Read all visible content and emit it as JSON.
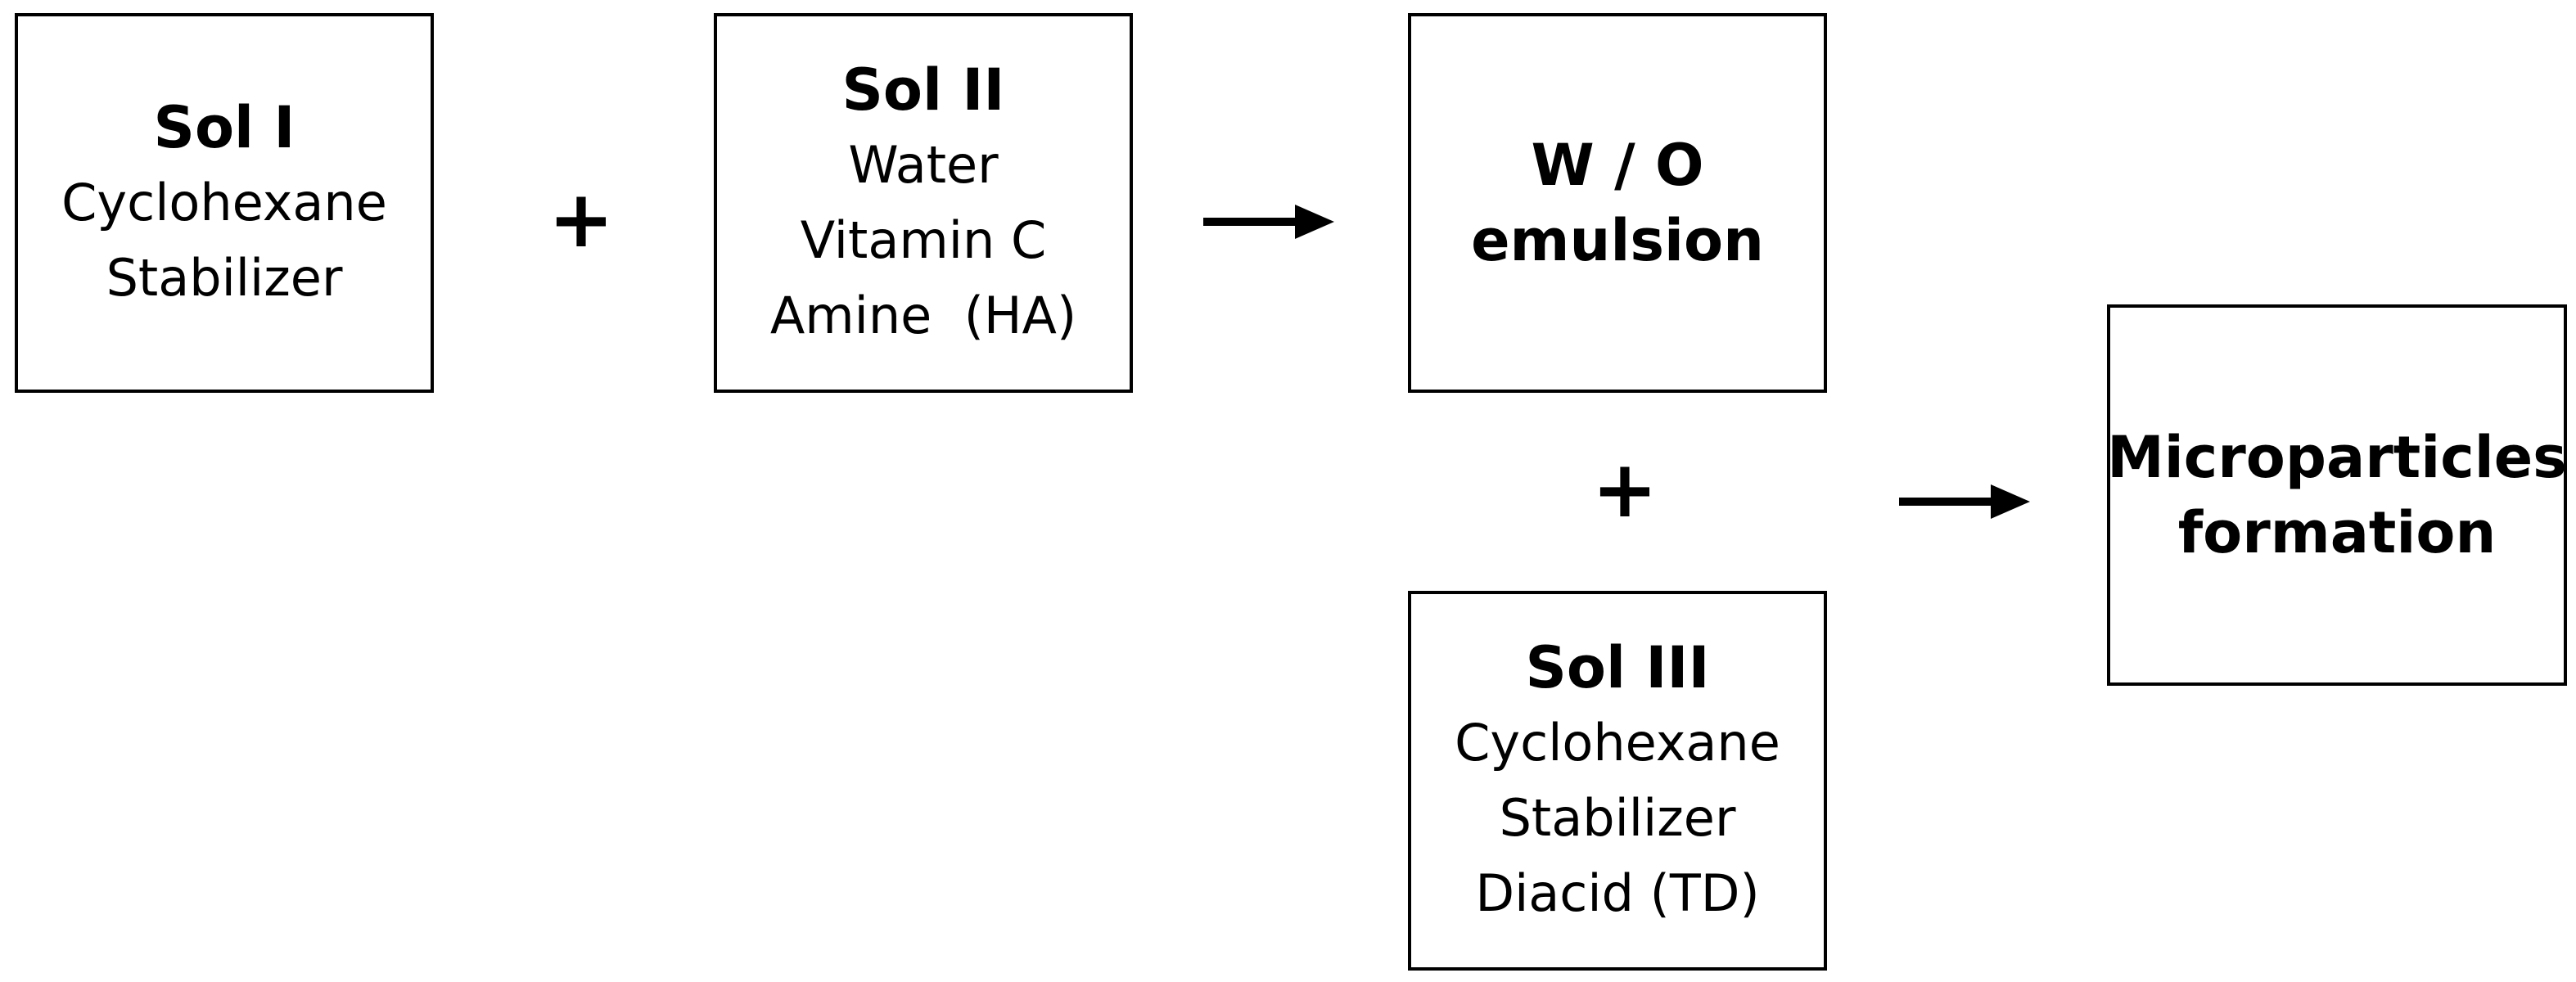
{
  "sol1": {
    "title": "Sol I",
    "lines": [
      "Cyclohexane",
      "Stabilizer"
    ]
  },
  "plus_symbol": "+",
  "sol2": {
    "title": "Sol II",
    "lines": [
      "Water",
      "Vitamin C",
      "Amine  (HA)"
    ]
  },
  "emulsion": {
    "lines": [
      "W / O",
      "emulsion"
    ]
  },
  "sol3": {
    "title": "Sol III",
    "lines": [
      "Cyclohexane",
      "Stabilizer",
      "Diacid (TD)"
    ]
  },
  "microparticles": {
    "lines": [
      "Microparticles",
      "formation"
    ]
  }
}
